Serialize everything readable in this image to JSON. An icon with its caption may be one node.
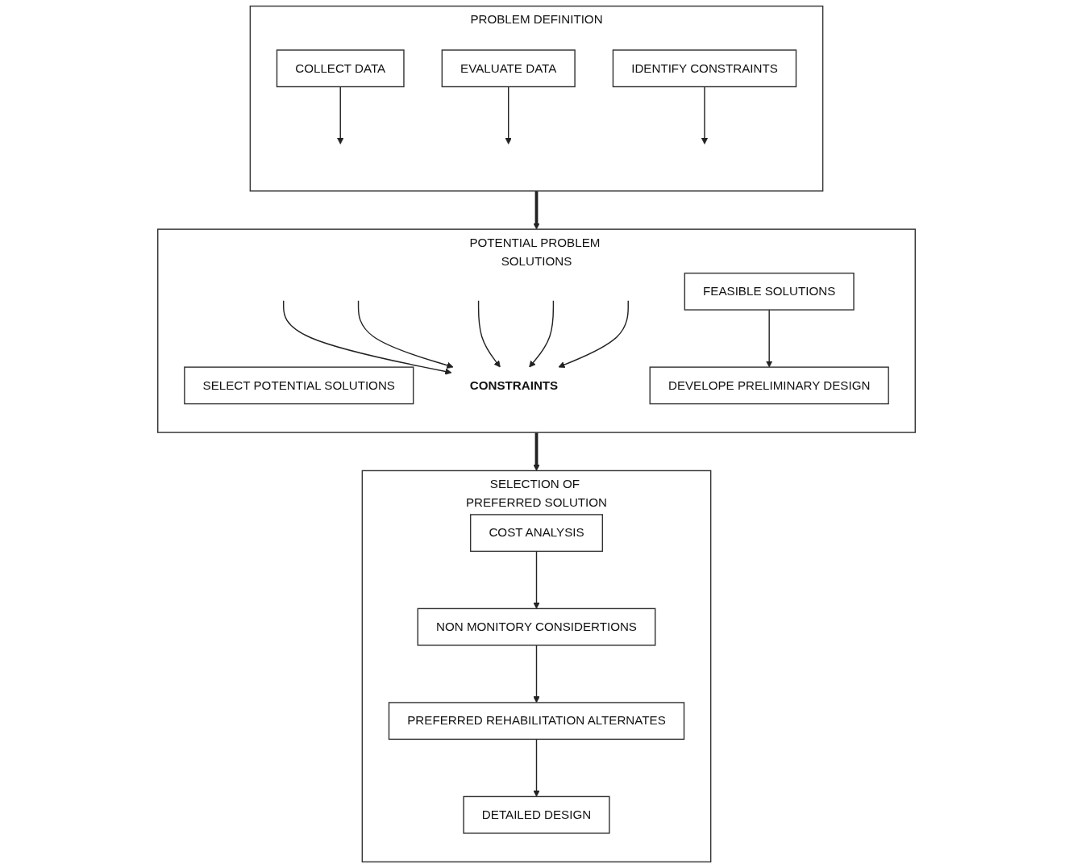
{
  "diagram": {
    "nodes": [
      {
        "text": [
          "PROBLEM DEFINITION"
        ]
      },
      {
        "text": [
          "COLLECT DATA"
        ],
        "in": 0
      },
      {
        "text": [
          "EVALUATE DATA"
        ],
        "in": 0
      },
      {
        "text": [
          "IDENTIFY CONSTRAINTS"
        ],
        "in": 0
      },
      {
        "text": [
          "POTENTIAL PROBLEM SOLUTIONS"
        ]
      },
      {
        "text": [
          "SELECT POTENTIAL SOLUTIONS"
        ],
        "in": 4
      },
      {
        "text": [
          "CONSTRAINTS"
        ],
        "in": 4
      },
      {
        "text": [
          "FEASIBLE SOLUTIONS"
        ],
        "in": 4
      },
      {
        "text": [
          "DEVELOPE PRELIMINARY DESIGN"
        ],
        "in": 4
      },
      {
        "text": [
          "SELECTION OF PREFERRED SOLUTION"
        ]
      },
      {
        "text": [
          "COST ANALYSIS"
        ],
        "in": 9
      },
      {
        "text": [
          "NON MONITORY CONSIDERTIONS"
        ],
        "in": 9
      },
      {
        "text": [
          "PREFERRED REHABILITATION ALTERNATES"
        ],
        "in": 9
      },
      {
        "text": [
          "DETAILED DESIGN"
        ],
        "in": 9
      }
    ],
    "edges": [
      {
        "from": 1,
        "to": null,
        "arrow": "to"
      },
      {
        "from": 2,
        "to": null,
        "arrow": "to"
      },
      {
        "from": 3,
        "to": null,
        "arrow": "to"
      },
      {
        "from": 0,
        "to": 4,
        "arrow": "to",
        "style": "thick"
      },
      {
        "from": null,
        "to": 6,
        "arrow": "to"
      },
      {
        "from": null,
        "to": 6,
        "arrow": "to"
      },
      {
        "from": null,
        "to": 6,
        "arrow": "to"
      },
      {
        "from": null,
        "to": 6,
        "arrow": "to"
      },
      {
        "from": null,
        "to": 6,
        "arrow": "to"
      },
      {
        "from": 7,
        "to": 8,
        "arrow": "to"
      },
      {
        "from": 4,
        "to": 9,
        "arrow": "to",
        "style": "thick"
      },
      {
        "from": 10,
        "to": 11,
        "arrow": "to"
      },
      {
        "from": 11,
        "to": 12,
        "arrow": "to"
      },
      {
        "from": 12,
        "to": 13,
        "arrow": "to"
      }
    ]
  }
}
